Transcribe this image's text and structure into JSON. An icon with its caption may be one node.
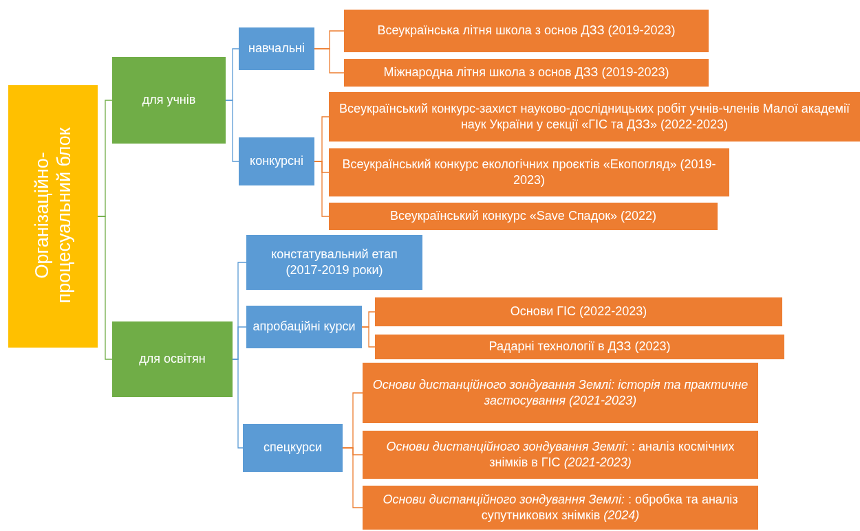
{
  "diagram": {
    "nodes": [
      {
        "text": [
          "Організаційно-процесуальний блок"
        ]
      },
      {
        "text": [
          "для учнів"
        ]
      },
      {
        "text": [
          "навчальні"
        ]
      },
      {
        "text": [
          "Всеукраїнська літня школа з основ ДЗЗ (2019-2023)"
        ]
      },
      {
        "text": [
          "Міжнародна літня школа з основ ДЗЗ (2019-2023)"
        ]
      },
      {
        "text": [
          "конкурсні"
        ]
      },
      {
        "text": [
          "Всеукраїнський конкурс-захист науково-дослідницьких робіт учнів-членів Малої академії наук України у секції «ГІС та ДЗЗ» (2022-2023)"
        ]
      },
      {
        "text": [
          "Всеукраїнський конкурс екологічних проєктів «Екопогляд» (2019-2023)"
        ]
      },
      {
        "text": [
          "Всеукраїнський конкурс  «Save Спадок» (2022)"
        ]
      },
      {
        "text": [
          "для освітян"
        ]
      },
      {
        "text": [
          "констатувальний етап (2017-2019 роки)"
        ]
      },
      {
        "text": [
          "апробаційні курси"
        ]
      },
      {
        "text": [
          "Основи ГІС (2022-2023)"
        ]
      },
      {
        "text": [
          "Радарні  технології в ДЗЗ (2023)"
        ]
      },
      {
        "text": [
          "спецкурси"
        ]
      },
      {
        "text": [
          "*Основи дистанційного зондування Землі: історія та практичне застосування (2021-2023)*"
        ]
      },
      {
        "text": [
          "*Основи дистанційного зондування Землі:* : аналіз космічних знімків в ГІС *(2021-2023)*"
        ]
      },
      {
        "text": [
          "*Основи дистанційного зондування Землі:* : обробка та аналіз супутникових знімків *(2024)*"
        ]
      }
    ],
    "edges": [
      {
        "from": 0,
        "to": 1,
        "arrow": "none",
        "color": "#70ad47"
      },
      {
        "from": 0,
        "to": 9,
        "arrow": "none",
        "color": "#70ad47"
      },
      {
        "from": 1,
        "to": 2,
        "arrow": "none",
        "color": "#5b9bd5"
      },
      {
        "from": 1,
        "to": 5,
        "arrow": "none",
        "color": "#5b9bd5"
      },
      {
        "from": 2,
        "to": 3,
        "arrow": "none"
      },
      {
        "from": 2,
        "to": 4,
        "arrow": "none"
      },
      {
        "from": 5,
        "to": 6,
        "arrow": "none"
      },
      {
        "from": 5,
        "to": 7,
        "arrow": "none"
      },
      {
        "from": 5,
        "to": 8,
        "arrow": "none"
      },
      {
        "from": 9,
        "to": 10,
        "arrow": "none",
        "color": "#5b9bd5"
      },
      {
        "from": 9,
        "to": 11,
        "arrow": "none",
        "color": "#5b9bd5"
      },
      {
        "from": 9,
        "to": 14,
        "arrow": "none",
        "color": "#5b9bd5"
      },
      {
        "from": 11,
        "to": 12,
        "arrow": "none"
      },
      {
        "from": 11,
        "to": 13,
        "arrow": "none"
      },
      {
        "from": 14,
        "to": 15,
        "arrow": "none"
      },
      {
        "from": 14,
        "to": 16,
        "arrow": "none"
      },
      {
        "from": 14,
        "to": 17,
        "arrow": "none"
      }
    ]
  }
}
